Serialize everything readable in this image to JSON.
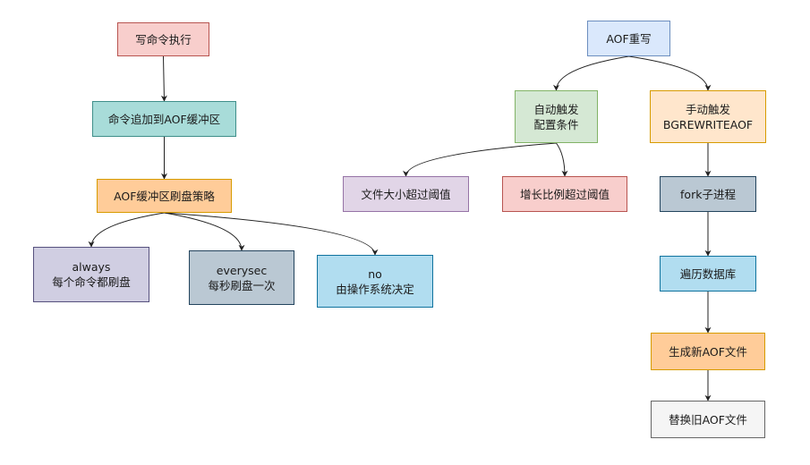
{
  "nodes": {
    "write_cmd": {
      "text": "写命令执行",
      "fill": "#f8cecc",
      "stroke": "#b85450"
    },
    "append_buf": {
      "text": "命令追加到AOF缓冲区",
      "fill": "#a8dcd9",
      "stroke": "#3f8f8a"
    },
    "flush_policy": {
      "text": "AOF缓冲区刷盘策略",
      "fill": "#ffcc99",
      "stroke": "#d79b00"
    },
    "always": {
      "text": "always\n每个命令都刷盘",
      "fill": "#d0cee2",
      "stroke": "#56517e"
    },
    "everysec": {
      "text": "everysec\n每秒刷盘一次",
      "fill": "#bac8d3",
      "stroke": "#23445d"
    },
    "no": {
      "text": "no\n由操作系统决定",
      "fill": "#b1ddf0",
      "stroke": "#10739e"
    },
    "aof_rewrite": {
      "text": "AOF重写",
      "fill": "#dae8fc",
      "stroke": "#6c8ebf"
    },
    "auto_trigger": {
      "text": "自动触发\n配置条件",
      "fill": "#d5e8d4",
      "stroke": "#82b366"
    },
    "manual_trigger": {
      "text": "手动触发\nBGREWRITEAOF",
      "fill": "#ffe6cc",
      "stroke": "#d79b00"
    },
    "size_exceed": {
      "text": "文件大小超过阈值",
      "fill": "#e1d5e7",
      "stroke": "#9673a6"
    },
    "growth_exceed": {
      "text": "增长比例超过阈值",
      "fill": "#f8cecc",
      "stroke": "#b85450"
    },
    "fork": {
      "text": "fork子进程",
      "fill": "#bac8d3",
      "stroke": "#23445d"
    },
    "traverse_db": {
      "text": "遍历数据库",
      "fill": "#b1ddf0",
      "stroke": "#10739e"
    },
    "gen_aof": {
      "text": "生成新AOF文件",
      "fill": "#ffcc99",
      "stroke": "#d79b00"
    },
    "replace_aof": {
      "text": "替换旧AOF文件",
      "fill": "#f5f5f5",
      "stroke": "#666666"
    }
  },
  "edges": [
    {
      "from": "write_cmd",
      "to": "append_buf"
    },
    {
      "from": "append_buf",
      "to": "flush_policy"
    },
    {
      "from": "flush_policy",
      "to": "always"
    },
    {
      "from": "flush_policy",
      "to": "everysec"
    },
    {
      "from": "flush_policy",
      "to": "no"
    },
    {
      "from": "aof_rewrite",
      "to": "auto_trigger"
    },
    {
      "from": "aof_rewrite",
      "to": "manual_trigger"
    },
    {
      "from": "auto_trigger",
      "to": "size_exceed"
    },
    {
      "from": "auto_trigger",
      "to": "growth_exceed"
    },
    {
      "from": "manual_trigger",
      "to": "fork"
    },
    {
      "from": "fork",
      "to": "traverse_db"
    },
    {
      "from": "traverse_db",
      "to": "gen_aof"
    },
    {
      "from": "gen_aof",
      "to": "replace_aof"
    }
  ],
  "edge_color": "#222222"
}
